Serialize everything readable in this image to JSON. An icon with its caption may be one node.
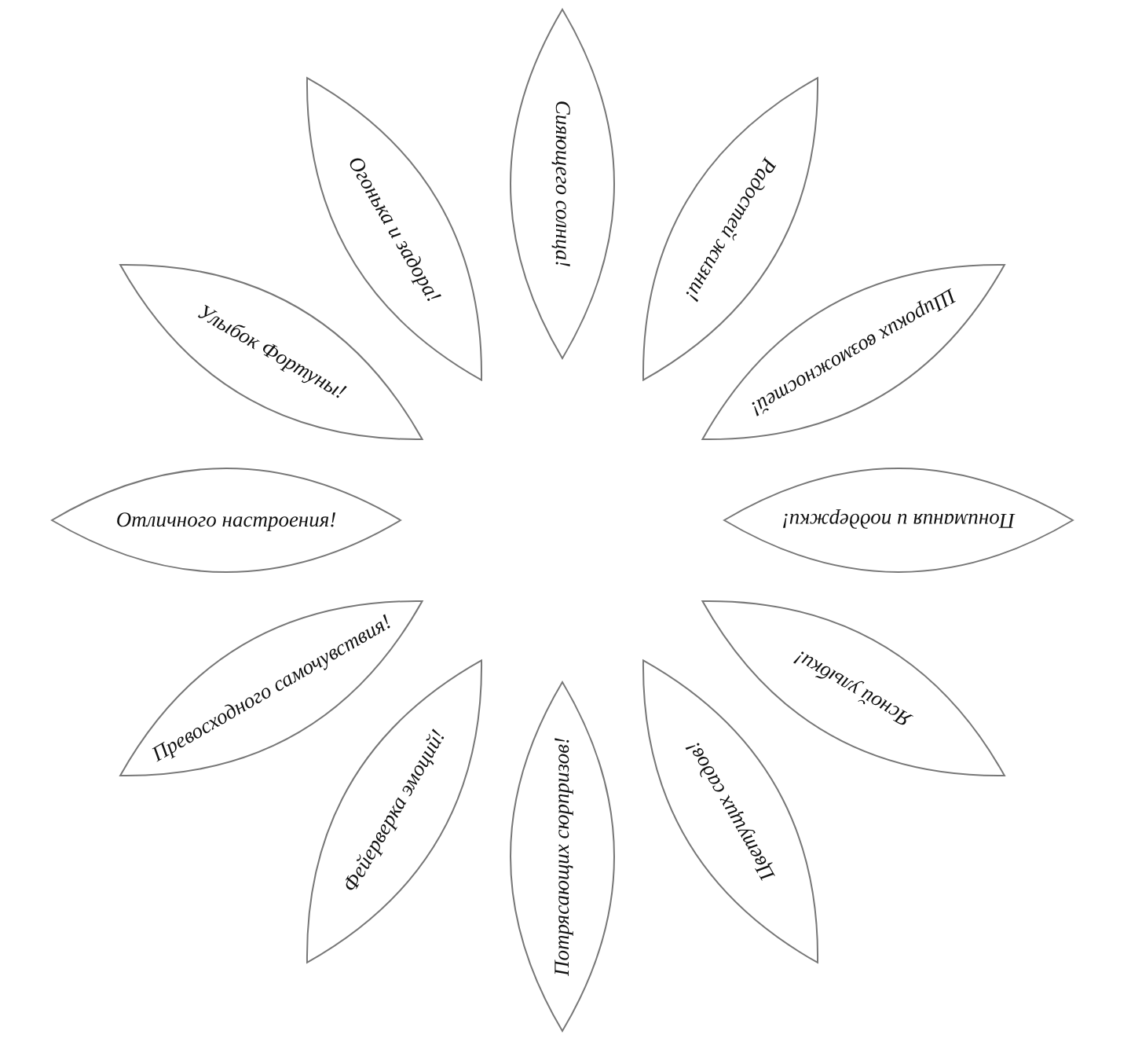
{
  "diagram": {
    "nodes": [
      {
        "text": [
          "Сияющего солнца!"
        ]
      },
      {
        "text": [
          "Радостей жизни!"
        ]
      },
      {
        "text": [
          "Широких возможностей!"
        ]
      },
      {
        "text": [
          "Понимания и поддержки!"
        ]
      },
      {
        "text": [
          "Ясной улыбки!"
        ]
      },
      {
        "text": [
          "Цветущих садов!"
        ]
      },
      {
        "text": [
          "Потрясающих сюрпризов!"
        ]
      },
      {
        "text": [
          "Фейерверка эмоций!"
        ]
      },
      {
        "text": [
          "Превосходного самочувствия!"
        ]
      },
      {
        "text": [
          "Отличного настроения!"
        ]
      },
      {
        "text": [
          "Улыбок Фортуны!"
        ]
      },
      {
        "text": [
          "Огонька и задора!"
        ]
      }
    ]
  }
}
